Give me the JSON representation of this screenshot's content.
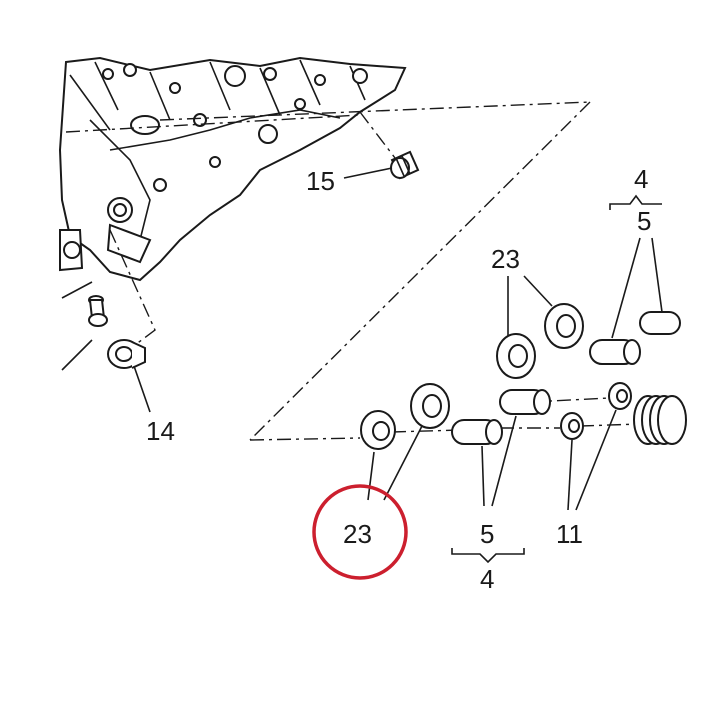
{
  "callouts": {
    "c15": "15",
    "c14": "14",
    "c4_top": "4",
    "c5_top": "5",
    "c23_top": "23",
    "c23_bottom": "23",
    "c5_bottom": "5",
    "c4_bottom": "4",
    "c11": "11"
  },
  "colors": {
    "highlight_circle": "#cc1f2e",
    "line": "#1a1a1a"
  }
}
